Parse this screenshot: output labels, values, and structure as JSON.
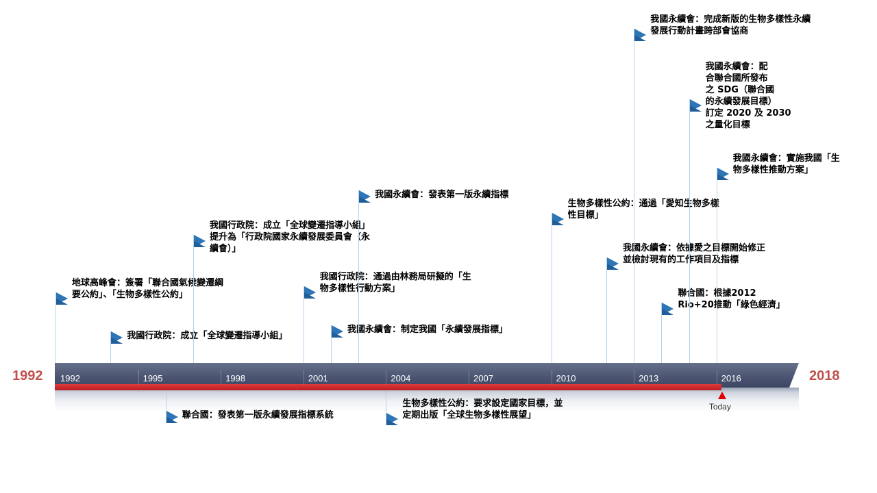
{
  "timeline": {
    "start_label": "1992",
    "end_label": "2018",
    "start_year": 1992,
    "end_year": 2018,
    "today_year": 2016.2,
    "today_label": "Today",
    "tick_years": [
      "1992",
      "1995",
      "1998",
      "2001",
      "2004",
      "2007",
      "2010",
      "2013",
      "2016"
    ],
    "colors": {
      "accent": "#c0504d",
      "bar": "#4a5470",
      "progress": "#c8242a",
      "flag": "#2e75b6"
    },
    "flag_icon": "flag-icon"
  },
  "events": [
    {
      "year": 1992,
      "side": "above",
      "text": "地球高峰會：簽署「聯合國氣候變遷綱\n要公約」、「生物多樣性公約」"
    },
    {
      "year": 1994,
      "side": "above",
      "text": "我國行政院：成立「全球變遷指導小組」"
    },
    {
      "year": 1996,
      "side": "below",
      "text": "聯合國：發表第一版永續發展指標系統"
    },
    {
      "year": 1997,
      "side": "above",
      "text": "我國行政院：成立「全球變遷指導小組」\n提升為「行政院國家永續發展委員會（永\n續會）」"
    },
    {
      "year": 2001,
      "side": "above",
      "text": "我國行政院：通過由林務局研擬的「生\n物多樣性行動方案」"
    },
    {
      "year": 2002,
      "side": "above",
      "text": "我國永續會：制定我國「永續發展指標」"
    },
    {
      "year": 2003,
      "side": "above",
      "text": "我國永續會：發表第一版永續指標"
    },
    {
      "year": 2004,
      "side": "below",
      "text": "生物多樣性公約：要求設定國家目標，並\n定期出版「全球生物多樣性展望」"
    },
    {
      "year": 2010,
      "side": "above",
      "text": "生物多樣性公約：通過「愛知生物多樣\n性目標」"
    },
    {
      "year": 2012,
      "side": "above",
      "text": "我國永續會：依據愛之目標開始修正\n並檢討現有的工作項目及指標"
    },
    {
      "year": 2013,
      "side": "above",
      "text": "我國永續會：完成新版的生物多樣性永續\n發展行動計畫跨部會協商"
    },
    {
      "year": 2014,
      "side": "above",
      "text": "聯合國：根據2012\nRio+20推動「綠色經濟」"
    },
    {
      "year": 2015,
      "side": "above",
      "text": "我國永續會：配\n合聯合國所發布\n之 SDG（聯合國\n的永續發展目標）\n訂定 2020 及 2030\n之量化目標"
    },
    {
      "year": 2016,
      "side": "above",
      "text": "我國永續會：實施我國「生\n物多樣性推動方案」"
    }
  ]
}
